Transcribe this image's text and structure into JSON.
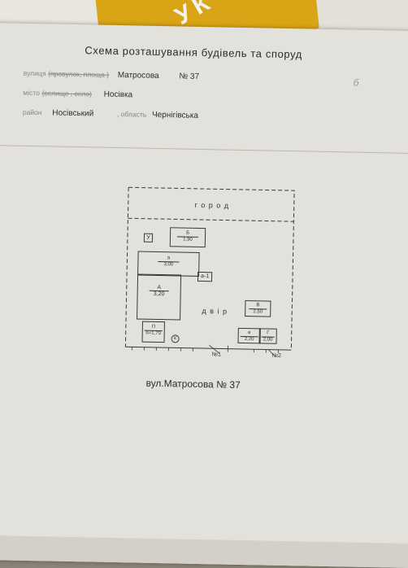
{
  "header": {
    "title": "Схема розташування будівель та споруд"
  },
  "fields": {
    "street_label_prefix": "вулиця",
    "street_label_struck": "(провулок, площа )",
    "street_value": "Матросова",
    "number_label": "№",
    "number_value": "37",
    "city_label_prefix": "місто",
    "city_label_struck": "(селище , село)",
    "city_value": "Носівка",
    "district_label": "район",
    "district_value": "Носівський",
    "region_label": ", область",
    "region_value": "Чернігівська",
    "margin_mark": "б"
  },
  "plan": {
    "garden": "г о р о д",
    "yard": "д в і р",
    "buildings": {
      "u": "У",
      "b_letter": "Б",
      "b_height": "1,90",
      "a_small_letter": "а",
      "a_small_height": "3,00",
      "a1": "а-1",
      "a_big_letter": "А",
      "a_big_height": "3,20",
      "v_big_letter": "В",
      "v_big_height": "2,50",
      "p_letter": "П",
      "p_height": "h=1,70",
      "v_small_letter": "в",
      "v_small_height": "2,20",
      "g_letter": "Г",
      "g_height": "2,00",
      "well": "К",
      "gate1": "№1",
      "gate2": "№2"
    }
  },
  "footer": {
    "street_caption": "вул.Матросова № 37"
  },
  "background": {
    "package_text": "УК"
  }
}
